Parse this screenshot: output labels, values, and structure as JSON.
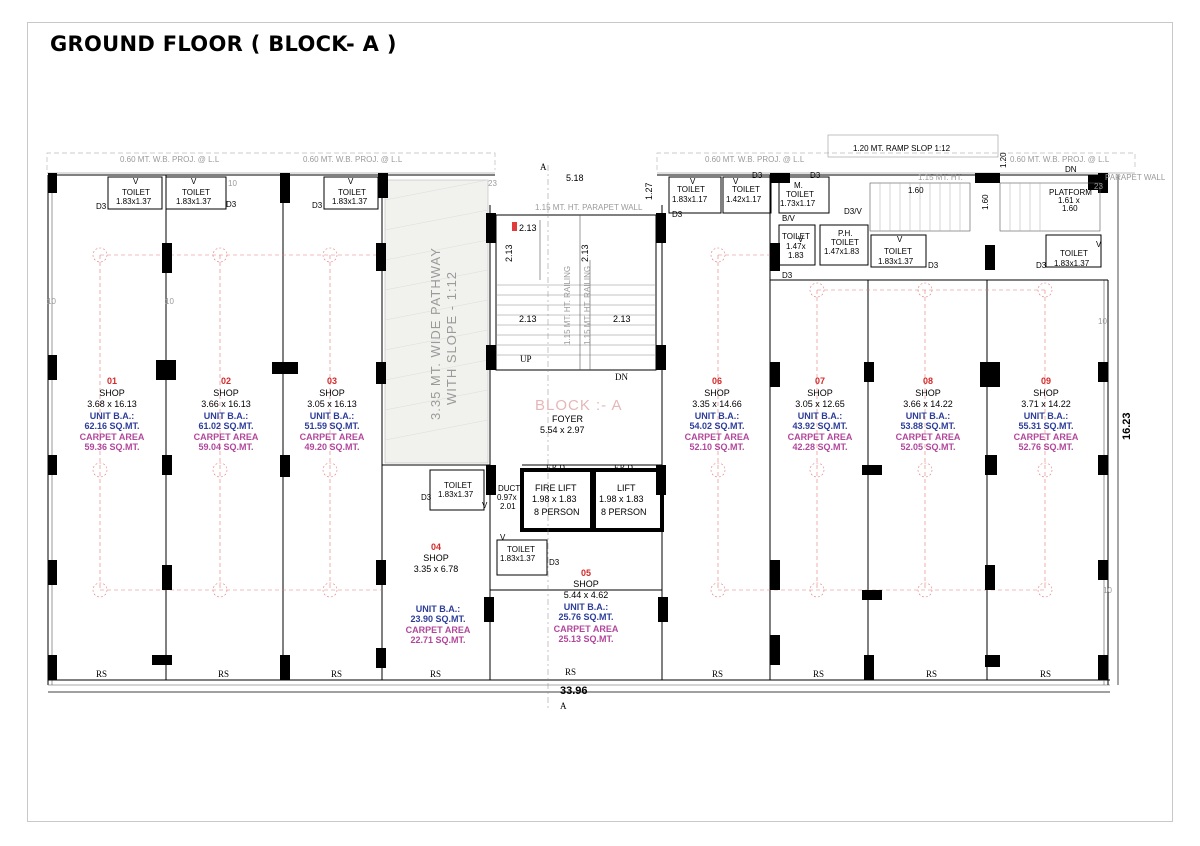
{
  "title": "GROUND FLOOR ( BLOCK- A )",
  "overall": {
    "width": "33.96",
    "depth": "16.23"
  },
  "labels": {
    "projection": "0.60 MT. W.B. PROJ. @ L.L",
    "parapet": "1.15 MT. HT. PARAPET WALL",
    "parapet_short": "1.15 MT. HT.",
    "parapet_right": "PARAPET WALL",
    "ramp": "1.20 MT. RAMP SLOP 1:12",
    "ramp_height": "1.20",
    "pathway_line1": "3.35 MT. WIDE PATHWAY",
    "pathway_line2": "WITH SLOPE - 1:12",
    "block_name": "BLOCK :- A",
    "section_mark": "A",
    "width_518": "5.18",
    "width_127": "1.27",
    "platform_title": "PLATFORM",
    "platform_size1": "1.61 x",
    "platform_size2": "1.60",
    "dim_160a": "1.60",
    "dim_160b": "1.60",
    "dn": "DN",
    "up": "UP",
    "dn_stair": "DN",
    "stair_dim": "2.13",
    "stair_railing": "1.15 MT. HT. RAILING",
    "rs": "RS",
    "d3": "D3",
    "v": "V",
    "bv": "B/V",
    "d3v": "D3/V",
    "grid_10": "10",
    "grid_23": "23",
    "foyer_title": "FOYER",
    "foyer_size": "5.54 x 2.97",
    "frd": "F.R.D.",
    "duct_title": "DUCT",
    "duct_size1": "0.97x",
    "duct_size2": "2.01"
  },
  "shops": [
    {
      "num": "01",
      "type": "SHOP",
      "size": "3.68 x 16.13",
      "ba_label": "UNIT B.A.:",
      "ba": "62.16 SQ.MT.",
      "ca_label": "CARPET AREA",
      "ca": "59.36 SQ.MT."
    },
    {
      "num": "02",
      "type": "SHOP",
      "size": "3.66 x 16.13",
      "ba_label": "UNIT B.A.:",
      "ba": "61.02 SQ.MT.",
      "ca_label": "CARPET AREA",
      "ca": "59.04 SQ.MT."
    },
    {
      "num": "03",
      "type": "SHOP",
      "size": "3.05 x 16.13",
      "ba_label": "UNIT B.A.:",
      "ba": "51.59 SQ.MT.",
      "ca_label": "CARPET AREA",
      "ca": "49.20 SQ.MT."
    },
    {
      "num": "04",
      "type": "SHOP",
      "size": "3.35 x 6.78",
      "ba_label": "UNIT B.A.:",
      "ba": "23.90 SQ.MT.",
      "ca_label": "CARPET AREA",
      "ca": "22.71 SQ.MT."
    },
    {
      "num": "05",
      "type": "SHOP",
      "size": "5.44 x 4.62",
      "ba_label": "UNIT B.A.:",
      "ba": "25.76 SQ.MT.",
      "ca_label": "CARPET AREA",
      "ca": "25.13 SQ.MT."
    },
    {
      "num": "06",
      "type": "SHOP",
      "size": "3.35 x 14.66",
      "ba_label": "UNIT B.A.:",
      "ba": "54.02 SQ.MT.",
      "ca_label": "CARPET AREA",
      "ca": "52.10 SQ.MT."
    },
    {
      "num": "07",
      "type": "SHOP",
      "size": "3.05 x 12.65",
      "ba_label": "UNIT B.A.:",
      "ba": "43.92 SQ.MT.",
      "ca_label": "CARPET AREA",
      "ca": "42.28 SQ.MT."
    },
    {
      "num": "08",
      "type": "SHOP",
      "size": "3.66 x 14.22",
      "ba_label": "UNIT B.A.:",
      "ba": "53.88 SQ.MT.",
      "ca_label": "CARPET AREA",
      "ca": "52.05 SQ.MT."
    },
    {
      "num": "09",
      "type": "SHOP",
      "size": "3.71 x 14.22",
      "ba_label": "UNIT B.A.:",
      "ba": "55.31 SQ.MT.",
      "ca_label": "CARPET AREA",
      "ca": "52.76 SQ.MT."
    }
  ],
  "toilets": [
    {
      "name": "TOILET",
      "size": "1.83x1.37"
    },
    {
      "name": "TOILET",
      "size": "1.83x1.37"
    },
    {
      "name": "TOILET",
      "size": "1.83x1.37"
    },
    {
      "name": "TOILET",
      "size": "1.83x1.37"
    },
    {
      "name": "TOILET",
      "size": "1.83x1.37"
    },
    {
      "name": "TOILET",
      "size": "1.83x1.17"
    },
    {
      "name": "TOILET",
      "size": "1.42x1.17"
    },
    {
      "name": "M.",
      "name2": "TOILET",
      "size": "1.73x1.17"
    },
    {
      "name": "TOILET",
      "size": "1.47x",
      "size2": "1.83"
    },
    {
      "name": "P.H.",
      "name2": "TOILET",
      "size": "1.47x1.83"
    },
    {
      "name": "TOILET",
      "size": "1.83x1.37"
    },
    {
      "name": "TOILET",
      "size": "1.83x1.37"
    }
  ],
  "lifts": [
    {
      "name": "FIRE LIFT",
      "size": "1.98 x 1.83",
      "capacity": "8 PERSON"
    },
    {
      "name": "LIFT",
      "size": "1.98 x 1.83",
      "capacity": "8 PERSON"
    }
  ]
}
